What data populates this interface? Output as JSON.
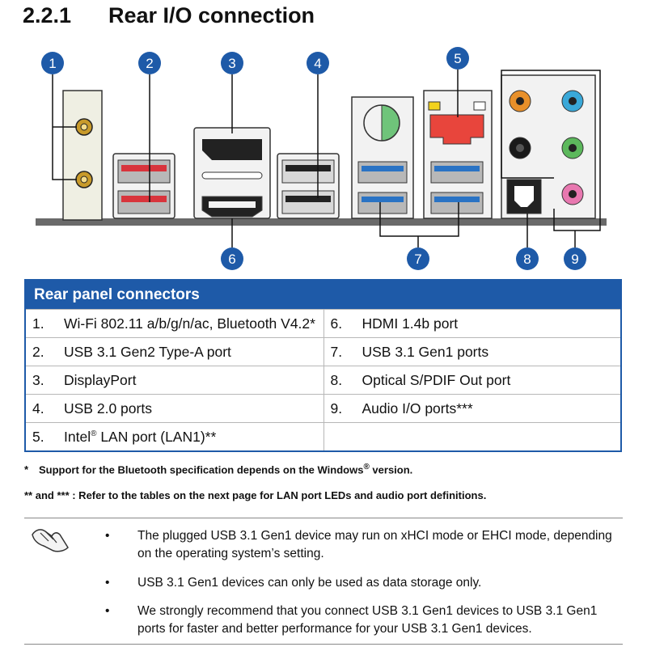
{
  "section": {
    "number": "2.2.1",
    "title": "Rear I/O connection"
  },
  "callouts": [
    "1",
    "2",
    "3",
    "4",
    "5",
    "6",
    "7",
    "8",
    "9"
  ],
  "colors": {
    "callout_fill": "#1e5aa8",
    "table_header": "#1e5aa8",
    "usb31_gen2": "#d8343c",
    "usb31_gen1": "#2a73c4",
    "lan_port": "#e8453c",
    "audio_orange": "#e8902a",
    "audio_blue": "#3aa8d8",
    "audio_black": "#1a1a1a",
    "audio_green": "#5cb85c",
    "audio_pink": "#e878b0",
    "ps2_purple": "#8e6fc4",
    "ps2_green": "#6fc47a",
    "led_yellow": "#f2d21c"
  },
  "table": {
    "header": "Rear panel connectors",
    "rows": [
      {
        "left": {
          "num": "1.",
          "text": "Wi-Fi 802.11 a/b/g/n/ac, Bluetooth V4.2*"
        },
        "right": {
          "num": "6.",
          "text": "HDMI 1.4b port"
        }
      },
      {
        "left": {
          "num": "2.",
          "text": "USB 3.1 Gen2 Type-A port"
        },
        "right": {
          "num": "7.",
          "text": "USB 3.1 Gen1 ports"
        }
      },
      {
        "left": {
          "num": "3.",
          "text": "DisplayPort"
        },
        "right": {
          "num": "8.",
          "text": "Optical S/PDIF Out port"
        }
      },
      {
        "left": {
          "num": "4.",
          "text": "USB 2.0 ports"
        },
        "right": {
          "num": "9.",
          "text": "Audio I/O ports***"
        }
      },
      {
        "left": {
          "num": "5.",
          "text_pre": "Intel",
          "sup": "®",
          "text_post": " LAN port (LAN1)**"
        },
        "right": {
          "num": "",
          "text": ""
        }
      }
    ]
  },
  "footnotes": {
    "bt": {
      "mark": "*",
      "text_pre": "Support for the Bluetooth specification depends on the Windows",
      "sup": "®",
      "text_post": " version."
    },
    "lan": {
      "text": "** and *** : Refer to the tables on the next page for LAN port LEDs and audio port definitions."
    }
  },
  "notes": {
    "icon": "hand-note-icon",
    "bullet_char": "•",
    "items": [
      "The plugged USB 3.1 Gen1 device may run on xHCI mode or EHCI mode, depending on the operating system’s setting.",
      "USB 3.1 Gen1 devices can only be used as data storage only.",
      "We strongly recommend that you connect USB 3.1 Gen1 devices to USB 3.1 Gen1 ports for faster and better performance for your USB 3.1 Gen1 devices."
    ]
  }
}
